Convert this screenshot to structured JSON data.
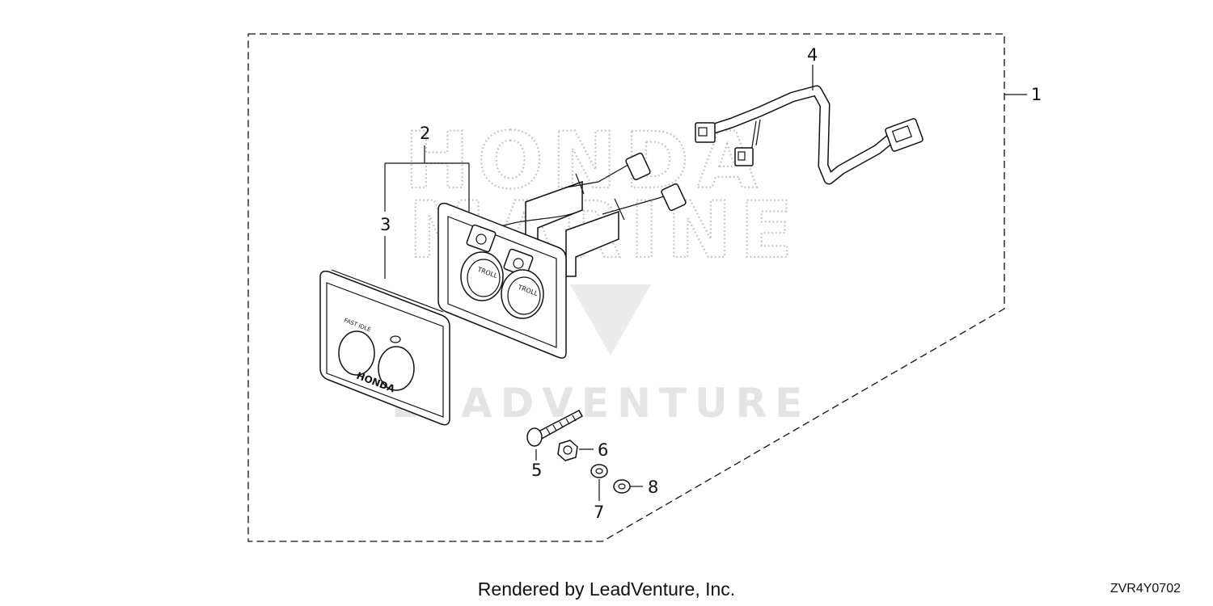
{
  "diagram": {
    "callouts": {
      "c1": "1",
      "c2": "2",
      "c3": "3",
      "c4": "4",
      "c5": "5",
      "c6": "6",
      "c7": "7",
      "c8": "8"
    },
    "panel_labels": {
      "fast_idle": "FAST IDLE",
      "brand": "HONDA"
    },
    "socket_label": "TROLL",
    "watermark": {
      "line1": "HONDA",
      "line2": "MARINE",
      "line3": "LEADVENTURE"
    }
  },
  "footer": {
    "rendered_by": "Rendered by LeadVenture, Inc.",
    "code": "ZVR4Y0702"
  }
}
